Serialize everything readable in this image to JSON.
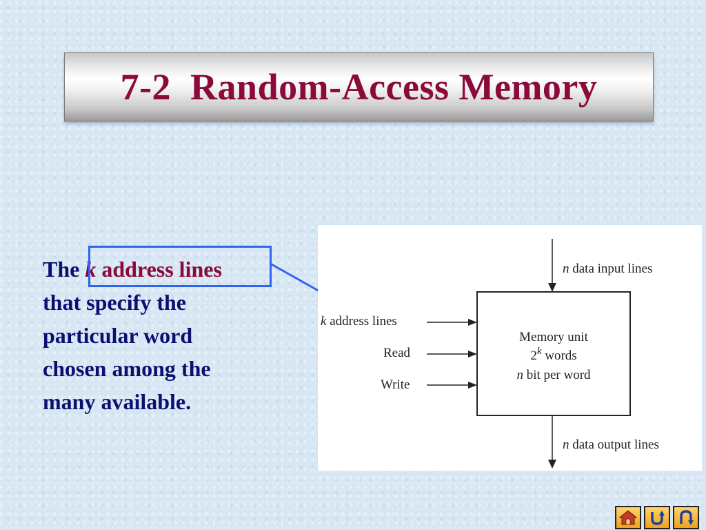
{
  "slide": {
    "title": "7-2  Random-Access Memory",
    "body": {
      "prefix": "The ",
      "k": "k",
      "address_lines": " address lines",
      "rest_lines": [
        "that specify the",
        "particular word",
        "chosen among the",
        "many available."
      ]
    }
  },
  "diagram": {
    "box_lines": {
      "line1": "Memory unit",
      "line2_base": "2",
      "line2_exp": "k",
      "line2_rest": " words",
      "line3_var": "n",
      "line3_rest": " bit per word"
    },
    "inputs": {
      "top_var": "n",
      "top_rest": " data input lines",
      "address_var": "k",
      "address_rest": " address lines",
      "read": "Read",
      "write": "Write"
    },
    "output": {
      "var": "n",
      "rest": " data output lines"
    }
  },
  "nav": {
    "buttons": [
      {
        "icon": "home-icon"
      },
      {
        "icon": "return-icon"
      },
      {
        "icon": "back-arrow-icon"
      }
    ]
  },
  "colors": {
    "title": "#8b0a3a",
    "body_text": "#0a1070",
    "highlight_border": "#2f63f2",
    "nav_button": "#f0a21c"
  }
}
